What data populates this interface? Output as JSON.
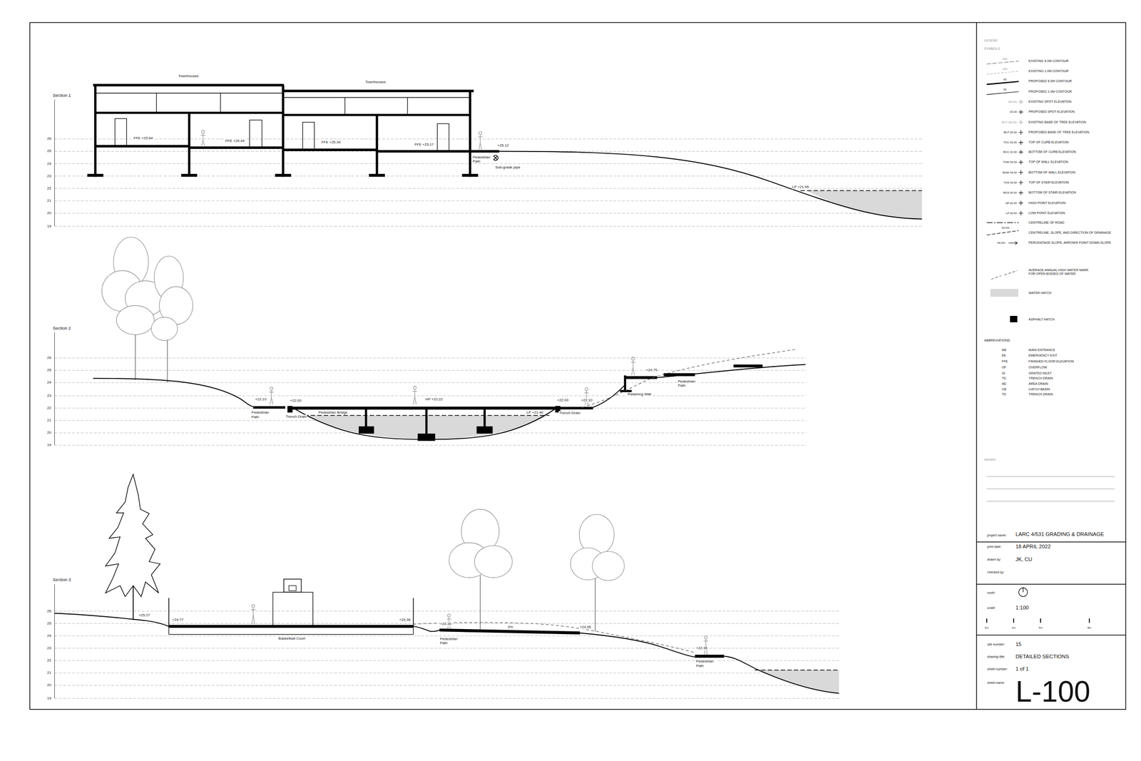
{
  "diagram": {
    "labels": [
      "Section 1",
      "Townhouses",
      "Townhouses",
      "26",
      "25",
      "24",
      "23",
      "22",
      "21",
      "20",
      "19",
      "FFE +25.64",
      "FFE +25.44",
      "FFE +25.34",
      "FFE +25.17",
      "+25.12",
      "Pedestrian Path",
      "Sub-grade pipe",
      "LP +21.95",
      "Section 2",
      "26",
      "25",
      "24",
      "23",
      "22",
      "21",
      "20",
      "19",
      "+22.10",
      "Pedestrian Path",
      "+22.00",
      "Trench Drain",
      "Pedestrian Bridge",
      "HP +22.22",
      "LP +21.40",
      "+22.00",
      "Trench Drain",
      "+22.10",
      "+24.75",
      "Pedestrian Path",
      "Retaining Wall",
      "Section 3",
      "26",
      "25",
      "24",
      "23",
      "22",
      "21",
      "20",
      "19",
      "+25.27",
      "+24.77",
      "+24.36",
      "Basketball Court",
      "+24.35",
      "3%",
      "+24.05",
      "Pedestrian Path",
      "+22.36",
      "Pedestrian Path",
      "LEGEND",
      "SYMBOLS:",
      "(00)",
      "(00)",
      "00",
      "00",
      "(00.00)",
      "00.00",
      "BOT (00.00)",
      "BOT 00.00",
      "TOC 00.00",
      "BOC 00.00",
      "TOW 00.00",
      "BOW 00.00",
      "TOS 00.00",
      "BOS 00.00",
      "HP 00.00",
      "LP 00.00",
      "00.0%",
      "00.0%",
      "ABBREVIATIONS:",
      "ME",
      "MAIN ENTRANCE",
      "EE",
      "EMERGENCY EXIT",
      "FFE",
      "FINISHED FLOOR ELEVATION",
      "OF",
      "OVERFLOW",
      "GI",
      "GRATED INLET",
      "TD",
      "TRENCH DRAIN",
      "AD",
      "AREA DRAIN",
      "CB",
      "CATCH BASIN",
      "TD",
      "TRENCH DRAIN",
      "revision:",
      "project name:",
      "LARC 4/531 GRADING & DRAINAGE",
      "print date:",
      "18 APRIL 2022",
      "drawn by:",
      "JK, CU",
      "checked by:",
      "north:",
      "scale:",
      "1:100",
      "0m",
      "2m",
      "4m",
      "8m",
      "site number:",
      "15",
      "drawing title:",
      "DETAILED SECTIONS",
      "sheet number:",
      "1 of 1",
      "sheet name:",
      "L-100"
    ],
    "legend": [
      {
        "text": "EXISTING 5.0M CONTOUR"
      },
      {
        "text": "EXISTING 1.0M CONTOUR"
      },
      {
        "text": "PROPOSED 5.0M CONTOUR"
      },
      {
        "text": "PROPOSED 1.0M CONTOUR"
      },
      {
        "text": "EXISTING SPOT ELEVATION"
      },
      {
        "text": "PROPOSED SPOT ELEVATION"
      },
      {
        "text": "EXISTING BASE OF TREE ELEVATION"
      },
      {
        "text": "PROPOSED BASE OF TREE ELEVATION"
      },
      {
        "text": "TOP OF CURB ELEVATION"
      },
      {
        "text": "BOTTOM OF CURB ELEVATION"
      },
      {
        "text": "TOP OF WALL ELEVATION"
      },
      {
        "text": "BOTTOM OF WALL ELEVATION"
      },
      {
        "text": "TOP OF STAIR ELEVATION"
      },
      {
        "text": "BOTTOM OF STAIR ELEVATION"
      },
      {
        "text": "HIGH POINT ELEVATION"
      },
      {
        "text": "LOW POINT ELEVATION"
      },
      {
        "text": "CENTRELINE OF ROAD"
      },
      {
        "text": "CENTRELINE, SLOPE, AND DIRECTION OF DRAINAGE"
      },
      {
        "text": "PERCENTAGE SLOPE, ARROWS POINT DOWN SLOPE"
      },
      {
        "text": "AVERAGE ANNUAL HIGH WATER MARK FOR OPEN BODIES OF WATER"
      },
      {
        "text": "WATER HATCH",
        "color": "#d9d9d9"
      },
      {
        "text": "ASPHALT HATCH",
        "color": "#000000"
      }
    ]
  }
}
